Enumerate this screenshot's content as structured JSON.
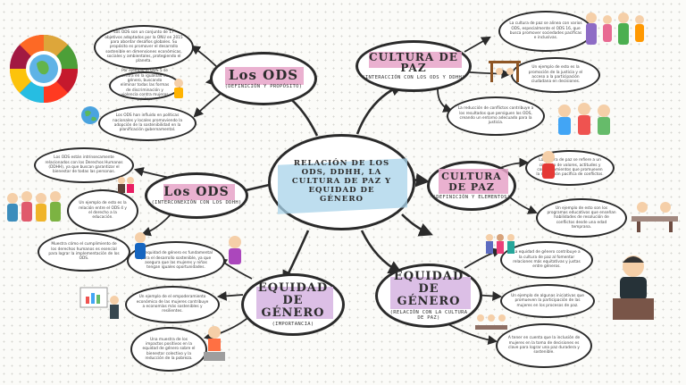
{
  "center": {
    "title": "RELACIÓN DE LOS ODS, DDHH, LA CULTURA DE PAZ Y EQUIDAD DE GÉNERO"
  },
  "nodes": {
    "ods1": {
      "title": "Los ODS",
      "subtitle": "(DEFINICIÓN Y PROPÓSITO)"
    },
    "ods2": {
      "title": "Los ODS",
      "subtitle": "(INTERCONEXIÓN CON LOS DDHH)"
    },
    "paz1": {
      "title": "CULTURA DE PAZ",
      "subtitle": "(INTERACCIÓN CON LOS ODS Y DDHH)"
    },
    "paz2": {
      "title": "CULTURA DE PAZ",
      "subtitle": "(DEFINICIÓN Y ELEMENTOS)"
    },
    "eq1": {
      "title": "EQUIDAD DE GÉNERO",
      "subtitle": "(IMPORTANCIA)"
    },
    "eq2": {
      "title": "EQUIDAD DE GÉNERO",
      "subtitle": "(RELACIÓN CON LA CULTURA DE PAZ)"
    }
  },
  "notes": {
    "n1": "Los ODS son un conjunto de 17 objetivos adoptados por la ONU en 2015 para abordar desafíos globales. Su propósito es promover el desarrollo sostenible en dimensiones económicas, sociales y ambientales, protegiendo el planeta.",
    "n2": "Por ejemplo el ODS 5 se centra en la igualdad de género, buscando eliminar todas las formas de discriminación y violencia contra mujeres y niñas.",
    "n3": "Los ODS han influido en políticas nacionales y locales promoviendo la adopción de la sostenibilidad en la planificación gubernamental.",
    "n4": "Los ODS están intrínsecamente relacionados con los Derechos Humanos (DDHH), ya que buscan garantizar el bienestar de todas las personas.",
    "n5": "Un ejemplo de esto es la relación entre el ODS 4 y el derecho a la educación.",
    "n6": "Muestra cómo el cumplimiento de los derechos humanos es esencial para lograr la implementación de los ODS.",
    "n7": "La cultura de paz se alinea con varios ODS, especialmente el ODS 16, que busca promover sociedades pacíficas e inclusivas.",
    "n8": "Un ejemplo de esto es la promoción de la justicia y el acceso a la participación ciudadana en decisiones.",
    "n9": "La reducción de conflictos contribuye a los resultados que persiguen los ODS, creando un entorno adecuado para la justicia.",
    "n10": "La cultura de paz se refiere a un conjunto de valores, actitudes y comportamientos que promueven la resolución pacífica de conflictos.",
    "n11": "Un ejemplo de esto son los programas educativos que enseñan habilidades de resolución de conflictos desde una edad temprana.",
    "n12": "La equidad de género es fundamental para el desarrollo sostenible, ya que asegura que las mujeres y niñas tengan iguales oportunidades.",
    "n13": "Un ejemplo de el empoderamiento económico de las mujeres contribuye a economías más sostenibles y resilientes.",
    "n14": "Una muestra de los impactos positivos en la equidad de género sobre el bienestar colectivo y la reducción de la pobreza.",
    "n15": "La equidad de género contribuye a la cultura de paz al fomentar relaciones más equitativas y justas entre géneros.",
    "n16": "Un ejemplo de algunas iniciativas que promueven la participación de las mujeres en los procesos de paz.",
    "n17": "A tener en cuenta que la inclusión de mujeres en la toma de decisiones es clave para lograr una paz duradera y sostenible."
  },
  "palette": {
    "line": "#2a2a2a",
    "pink": "#e6a3c8",
    "blue": "#a8d3ea",
    "lavender": "#d8b8e3"
  }
}
